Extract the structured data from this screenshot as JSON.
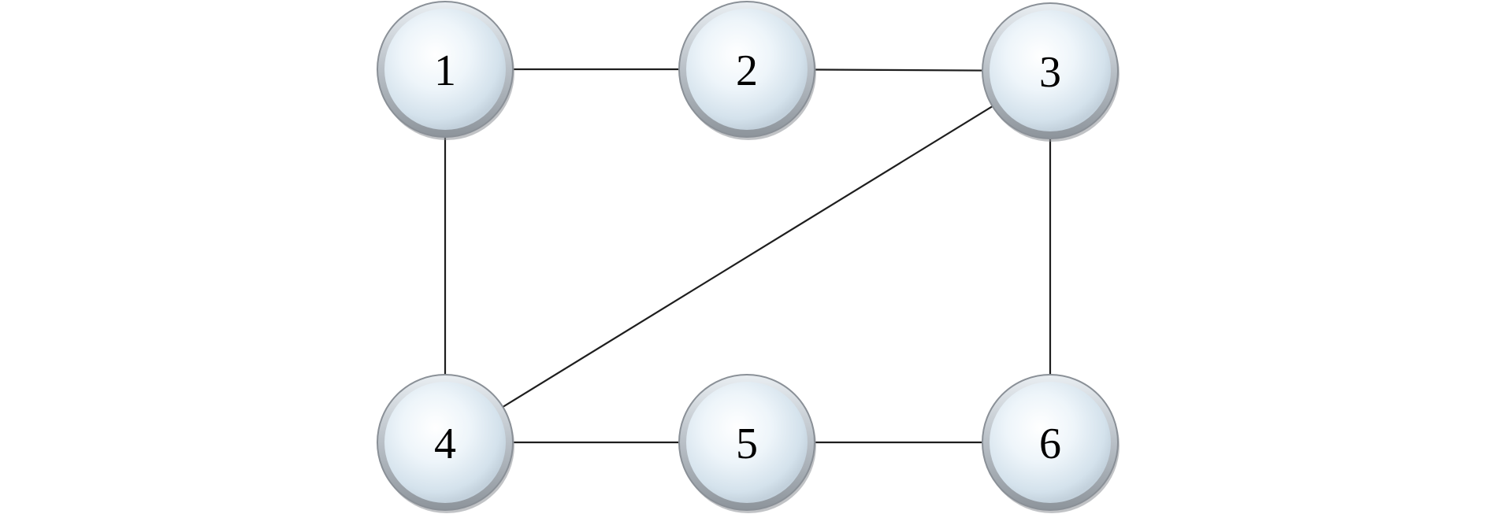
{
  "graph": {
    "nodes": [
      {
        "id": "1",
        "label": "1"
      },
      {
        "id": "2",
        "label": "2"
      },
      {
        "id": "3",
        "label": "3"
      },
      {
        "id": "4",
        "label": "4"
      },
      {
        "id": "5",
        "label": "5"
      },
      {
        "id": "6",
        "label": "6"
      }
    ],
    "edges": [
      {
        "from": "1",
        "to": "2"
      },
      {
        "from": "2",
        "to": "3"
      },
      {
        "from": "1",
        "to": "4"
      },
      {
        "from": "3",
        "to": "4"
      },
      {
        "from": "3",
        "to": "6"
      },
      {
        "from": "4",
        "to": "5"
      },
      {
        "from": "5",
        "to": "6"
      }
    ]
  },
  "colors": {
    "edge": "#1e1e1e",
    "node_fill_light": "#f6fbff",
    "node_fill_mid": "#d9e6ef",
    "node_rim_dark": "#8a9097",
    "label": "#000000"
  }
}
